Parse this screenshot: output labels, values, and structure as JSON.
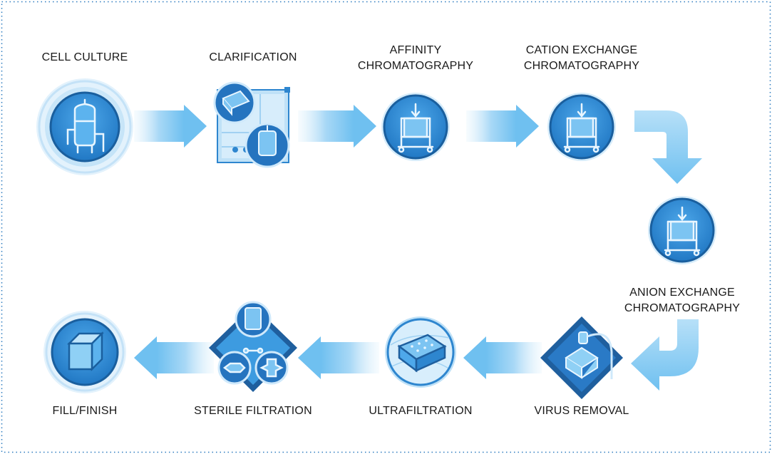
{
  "steps": {
    "cell_culture": {
      "label": "CELL CULTURE"
    },
    "clarification": {
      "label": "CLARIFICATION"
    },
    "affinity": {
      "line1": "AFFINITY",
      "line2": "CHROMATOGRAPHY"
    },
    "cation": {
      "line1": "CATION EXCHANGE",
      "line2": "CHROMATOGRAPHY"
    },
    "anion": {
      "line1": "ANION EXCHANGE",
      "line2": "CHROMATOGRAPHY"
    },
    "virus_removal": {
      "label": "VIRUS REMOVAL"
    },
    "ultrafiltration": {
      "label": "ULTRAFILTRATION"
    },
    "sterile_filtration": {
      "label": "STERILE FILTRATION"
    },
    "fill_finish": {
      "label": "FILL/FINISH"
    }
  },
  "colors": {
    "primary_blue": "#1f6fb5",
    "mid_blue": "#3d9be0",
    "light_blue": "#a9d6f5",
    "ring_blue": "#d6ecfa",
    "border_dots": "#2b7bbf"
  }
}
